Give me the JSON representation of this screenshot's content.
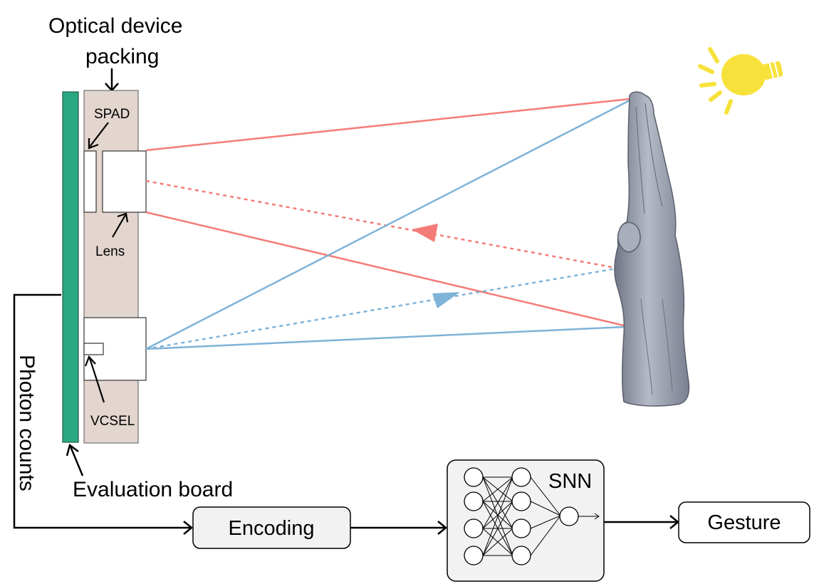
{
  "labels": {
    "optical_line1": "Optical device",
    "optical_line2": "packing",
    "spad": "SPAD",
    "lens": "Lens",
    "vcsel": "VCSEL",
    "evaluation_board": "Evaluation board",
    "photon_counts": "Photon counts",
    "encoding": "Encoding",
    "snn": "SNN",
    "gesture": "Gesture"
  },
  "colors": {
    "board": "#2aa882",
    "packing": "#e2d6cf",
    "red_ray": "#f47c78",
    "blue_ray": "#7fb3d8",
    "bulb": "#f7e23c",
    "hand": "#9aa0ae",
    "box_fill": "#f2f2f2"
  },
  "icons": {
    "light": "lightbulb-icon",
    "hand": "hand-gesture-icon"
  }
}
